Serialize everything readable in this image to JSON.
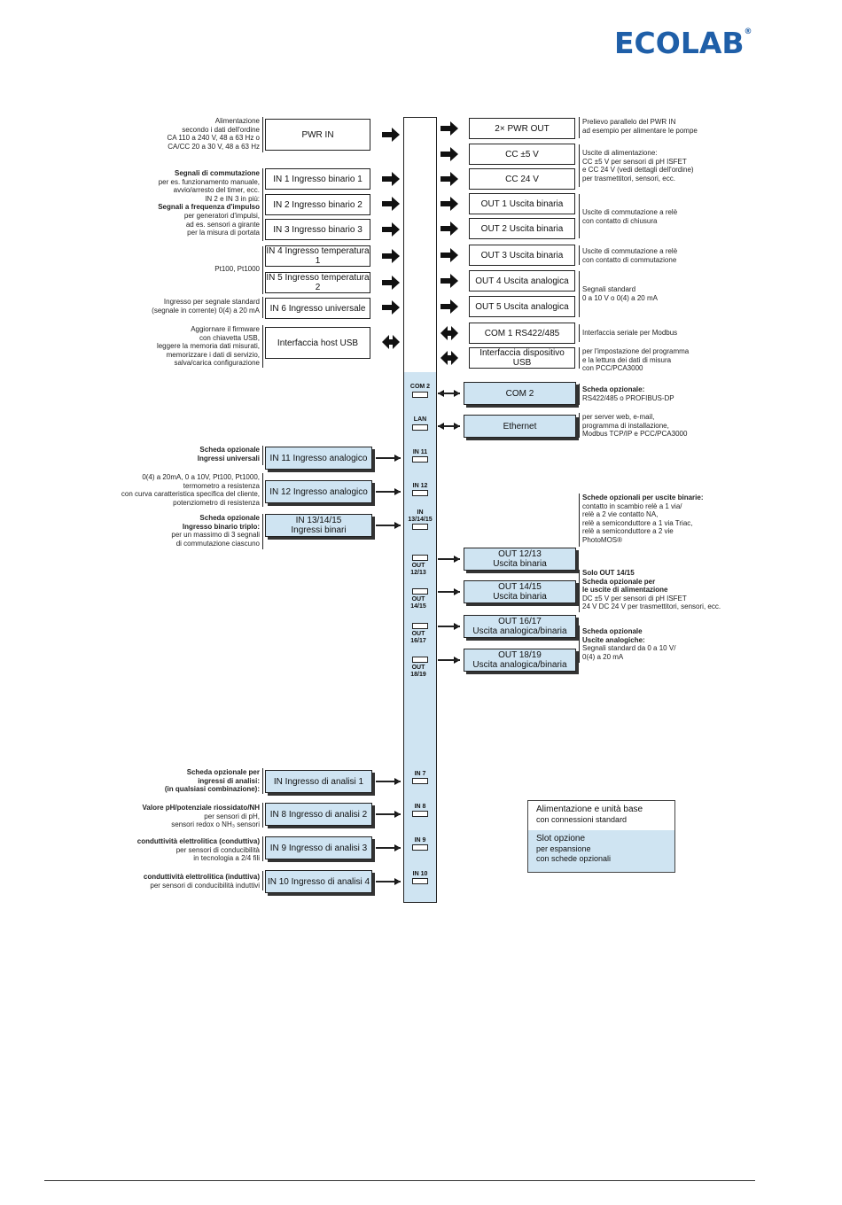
{
  "header": {
    "logo": "ECOLAB"
  },
  "inputs": {
    "pwr_in": "PWR IN",
    "in1": "IN 1 Ingresso binario 1",
    "in2": "IN 2 Ingresso binario 2",
    "in3": "IN 3 Ingresso binario 3",
    "in4": "IN 4 Ingresso temperatura 1",
    "in5": "IN 5 Ingresso temperatura 2",
    "in6": "IN 6 Ingresso universale",
    "usb_host": "Interfaccia host USB"
  },
  "outputs": {
    "pwr_out": "2× PWR OUT",
    "cc5": "CC ±5 V",
    "cc24": "CC 24 V",
    "out1": "OUT 1 Uscita binaria",
    "out2": "OUT 2 Uscita binaria",
    "out3": "OUT 3 Uscita binaria",
    "out4": "OUT 4 Uscita analogica",
    "out5": "OUT 5 Uscita analogica",
    "com1": "COM 1  RS422/485",
    "usb_dev": "Interfaccia dispositivo USB"
  },
  "option_boxes": {
    "com2": "COM 2",
    "ethernet": "Ethernet",
    "in11": "IN 11 Ingresso analogico",
    "in12": "IN 12 Ingresso analogico",
    "in131415": "IN 13/14/15\nIngressi binari",
    "out1213": "OUT 12/13\nUscita binaria",
    "out1415": "OUT 14/15\nUscita binaria",
    "out1617": "OUT 16/17\nUscita analogica/binaria",
    "out1819": "OUT 18/19\nUscita analogica/binaria",
    "in7": "IN  Ingresso di analisi 1",
    "in8": "IN 8 Ingresso di analisi 2",
    "in9": "IN 9 Ingresso di analisi 3",
    "in10": "IN 10 Ingresso di analisi 4"
  },
  "slots": {
    "com2": "COM 2",
    "lan": "LAN",
    "in11": "IN 11",
    "in12": "IN 12",
    "in131415": "IN\n13/14/15",
    "out1213": "OUT 12/13",
    "out1415": "OUT 14/15",
    "out1617": "OUT 16/17",
    "out1819": "OUT 18/19",
    "in7": "IN 7",
    "in8": "IN 8",
    "in9": "IN 9",
    "in10": "IN 10"
  },
  "left_notes": {
    "power": "Alimentazione\nsecondo i dati dell'ordine\nCA 110 a 240 V, 48 a 63 Hz o\nCA/CC 20 a 30 V, 48 a 63 Hz",
    "switch_title": "Segnali di commutazione",
    "switch_body": "per es. funzionamento manuale,\navvio/arresto del timer, ecc.\nIN 2 e IN 3 in più:",
    "pulse_title": "Segnali a frequenza d'impulso",
    "pulse_body": "per generatori d'impulsi,\nad es. sensori a girante\nper la misura di portata",
    "pt": "Pt100, Pt1000",
    "std_signal": "Ingresso per segnale standard\n(segnale in corrente) 0(4) a 20 mA",
    "usb": "Aggiornare il firmware\ncon chiavetta USB,\nleggere la memoria dati misurati,\nmemorizzare i dati di servizio,\nsalva/carica configurazione",
    "univ_title": "Scheda opzionale\nIngressi universali",
    "univ_body": "0(4) a 20mA, 0 a 10V, Pt100, Pt1000,\ntermometro a resistenza\ncon curva caratteristica specifica del cliente,\npotenziometro di resistenza",
    "triple_title": "Scheda opzionale\nIngresso binario triplo:",
    "triple_body": "per un massimo di 3 segnali\ndi commutazione ciascuno",
    "analysis_title": "Scheda opzionale per\ningressi di analisi:\n(in qualsiasi combinazione):",
    "ph_title": "Valore pH/potenziale riossidato/NH",
    "ph_body": "per sensori di pH,\nsensori redox o NH₃ sensori",
    "cond_title": "conduttività elettrolitica (conduttiva)",
    "cond_body": "per sensori di conducibilità\nin tecnologia a 2/4 fili",
    "ind_title": "conduttività elettrolitica (induttiva)",
    "ind_body": "per sensori di conducibilità induttivi"
  },
  "right_notes": {
    "pwr_out": "Prelievo parallelo del PWR IN\nad esempio per alimentare le pompe",
    "supply": "Uscite di alimentazione:\nCC ±5 V per sensori di pH ISFET\ne CC 24 V (vedi dettagli dell'ordine)\nper trasmettitori, sensori, ecc.",
    "relay1": "Uscite di commutazione a relè\ncon contatto di chiusura",
    "relay2": "Uscite di commutazione a relè\ncon contatto di commutazione",
    "std": "Segnali standard\n0 a 10 V o 0(4) a 20 mA",
    "serial": "Interfaccia seriale per Modbus",
    "usbdev": "per l'impostazione del programma\ne la lettura dei dati di misura\ncon PCC/PCA3000",
    "com2_title": "Scheda opzionale:",
    "com2_body": "RS422/485 o PROFIBUS-DP",
    "eth": "per server web, e-mail,\nprogramma di installazione,\nModbus TCP/IP e PCC/PCA3000",
    "bin_title": "Schede opzionali per uscite binarie:",
    "bin_body": "contatto in scambio relè a 1 via/\nrelè a 2 vie contatto NA,\nrelè a semiconduttore a 1 via Triac,\nrelè a semiconduttore a 2 vie\nPhotoMOS®",
    "only_title": "Solo OUT 14/15\nScheda opzionale per\nle uscite di alimentazione",
    "only_body": "DC ±5 V per sensori di pH ISFET\n24 V DC 24 V per trasmettitori, sensori, ecc.",
    "analog_title": "Scheda opzionale\nUscite analogiche:",
    "analog_body": "Segnali standard da 0 a 10 V/\n0(4) a 20 mA"
  },
  "legend": {
    "base_title": "Alimentazione e unità base",
    "base_body": "con connessioni standard",
    "slot_title": "Slot opzione",
    "slot_body": "per espansione\ncon schede opzionali",
    "base_color": "#ffffff",
    "slot_color": "#cfe4f2"
  }
}
